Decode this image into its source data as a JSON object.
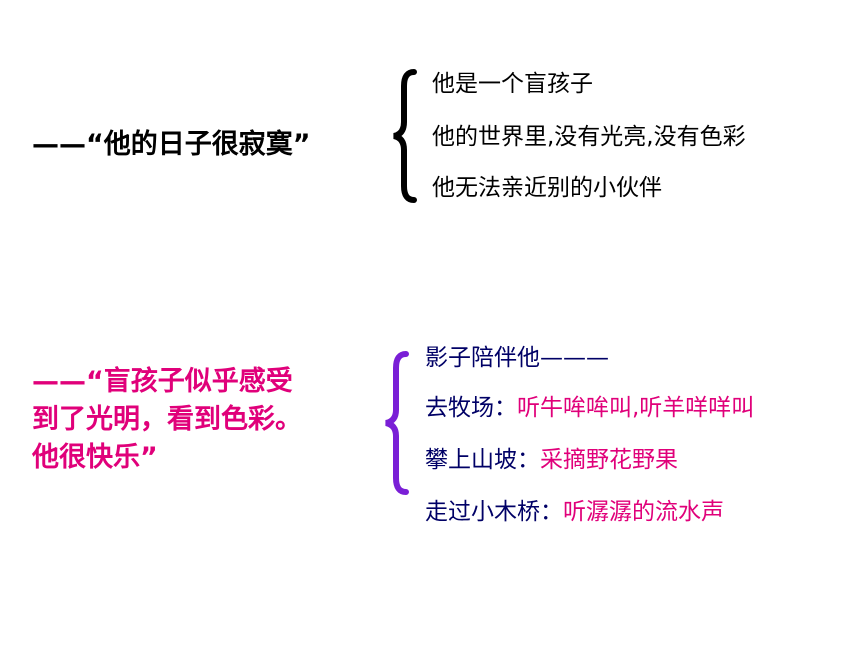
{
  "block1": {
    "heading": "——“他的日子很寂寞”",
    "lines": [
      "他是一个盲孩子",
      "他的世界里,没有光亮,没有色彩",
      "他无法亲近别的小伙伴"
    ]
  },
  "block2": {
    "heading_line1": "——“盲孩子似乎感受",
    "heading_line2": "到了光明，看到色彩。",
    "heading_line3": "他很快乐”",
    "lines": [
      {
        "prefix": "影子陪伴他———",
        "highlight": ""
      },
      {
        "prefix": "去牧场：",
        "highlight": "听牛哞哞叫,听羊咩咩叫"
      },
      {
        "prefix": "攀上山坡：",
        "highlight": "采摘野花野果"
      },
      {
        "prefix": "走过小木桥：",
        "highlight": "听潺潺的流水声"
      }
    ]
  },
  "colors": {
    "black": "#000000",
    "navy": "#000066",
    "magenta": "#e0007a",
    "purple": "#7a1fd6"
  }
}
